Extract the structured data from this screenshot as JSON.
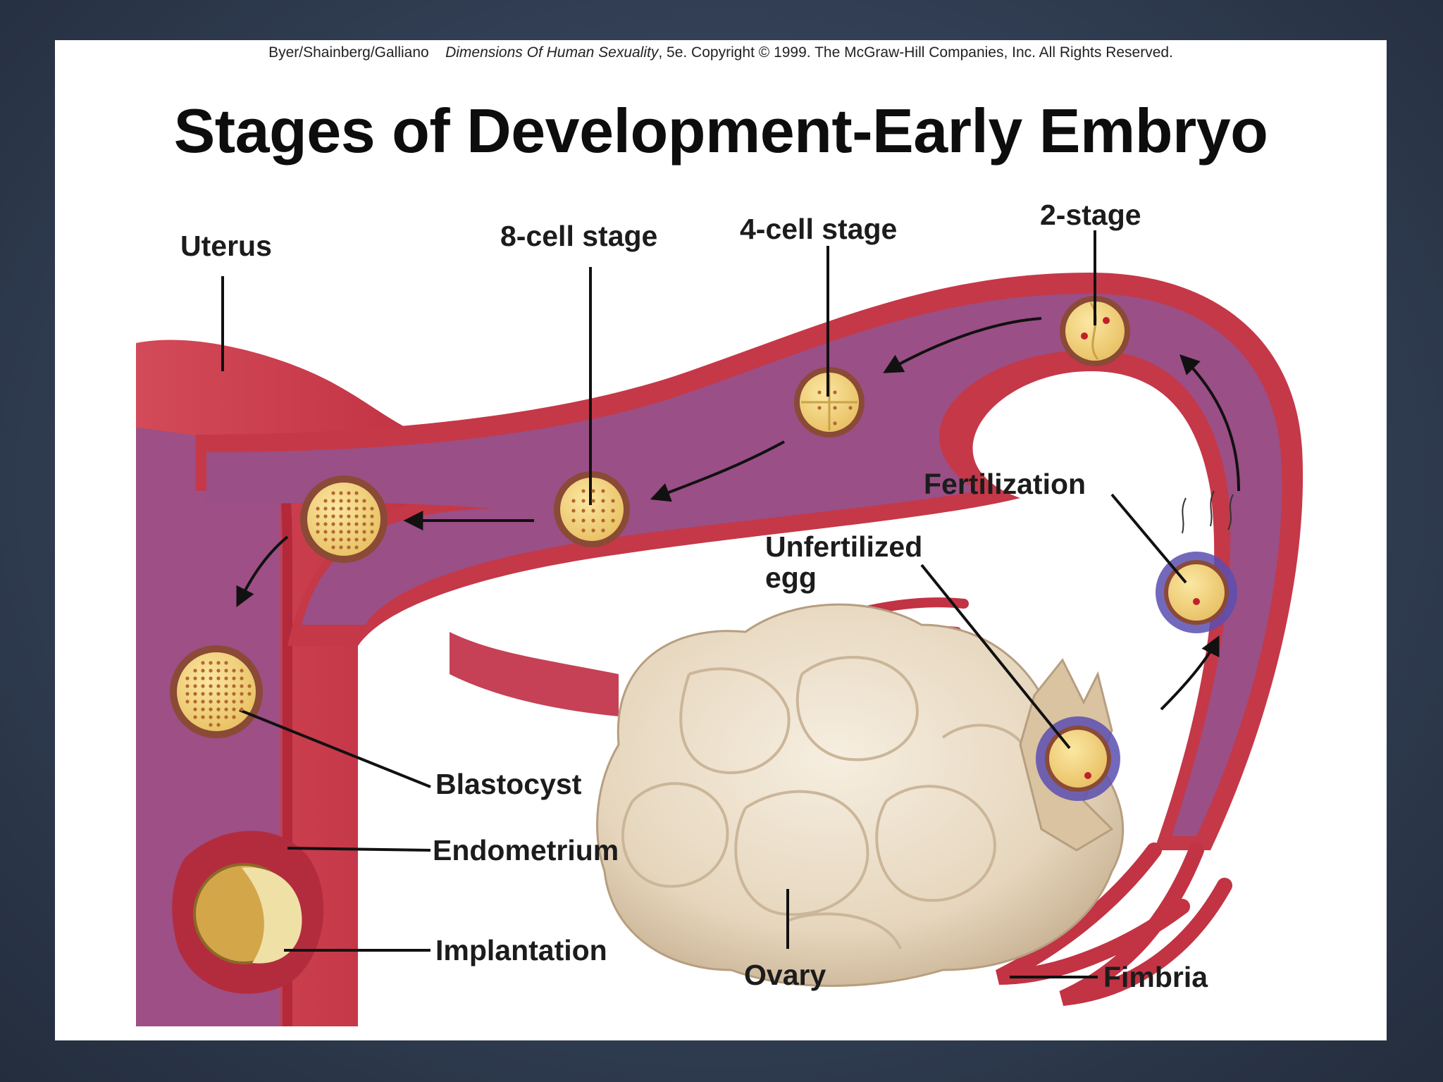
{
  "copyright": {
    "authors": "Byer/Shainberg/Galliano",
    "book": "Dimensions Of Human Sexuality",
    "rest": ", 5e. Copyright © 1999. The McGraw-Hill Companies, Inc. All Rights Reserved."
  },
  "title": "Stages of Development-Early Embryo",
  "labels": {
    "uterus": "Uterus",
    "eight_cell": "8-cell stage",
    "four_cell": "4-cell stage",
    "two_stage": "2-stage",
    "fertilization": "Fertilization",
    "unfertilized_1": "Unfertilized",
    "unfertilized_2": "egg",
    "blastocyst": "Blastocyst",
    "endometrium": "Endometrium",
    "implantation": "Implantation",
    "ovary": "Ovary",
    "fimbria": "Fimbria"
  },
  "colors": {
    "uterus_wall": "#c93a4a",
    "tube_lumen": "#9a4f86",
    "ovary": "#e9dcc6",
    "cell": "#f0d27a",
    "cell_ring": "#8a4a36",
    "nucleus": "#c0202a",
    "corona": "#5b4fb0"
  }
}
